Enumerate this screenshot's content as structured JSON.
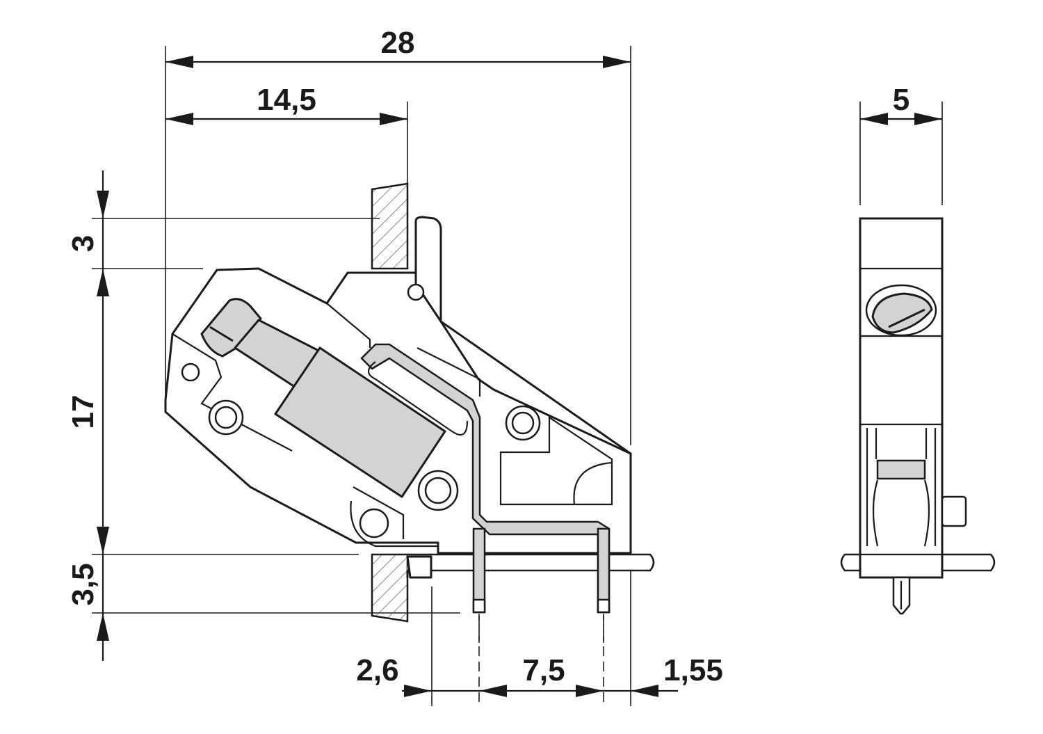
{
  "dimensions": {
    "overall_width": "28",
    "half_width": "14,5",
    "top_offset": "3",
    "body_height": "17",
    "bottom_offset": "3,5",
    "left_pin_offset": "2,6",
    "pin_pitch": "7,5",
    "right_pin_offset": "1,55",
    "side_width": "5"
  },
  "colors": {
    "line": "#1a1a1a",
    "part_fill": "#d2d3d5",
    "hatch": "#555555"
  }
}
